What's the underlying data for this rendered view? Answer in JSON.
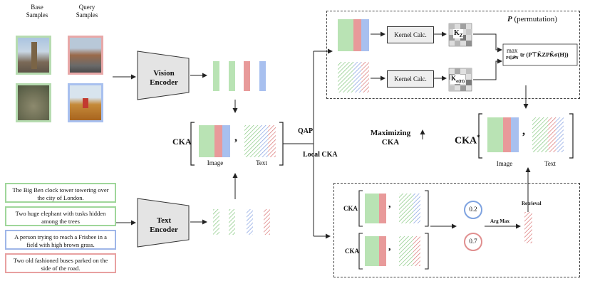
{
  "base_samples_label": "Base\nSamples",
  "query_samples_label": "Query\nSamples",
  "captions": [
    {
      "text": "The Big Ben clock tower towering over the city of London.",
      "border": "#9fd69a"
    },
    {
      "text": "Two huge elephant with tusks hidden among the trees",
      "border": "#9fd69a"
    },
    {
      "text": "A person trying to reach a Frisbee in a field with high brown grass.",
      "border": "#9fb6e8"
    },
    {
      "text": "Two old fashioned buses parked on the side of the road.",
      "border": "#e8a0a0"
    }
  ],
  "vision_encoder": "Vision\nEncoder",
  "text_encoder": "Text\nEncoder",
  "cka_label": "CKA",
  "cka_star_label": "CKA",
  "cka_star_sup": "*",
  "image_label": "Image",
  "text_label": "Text",
  "image_label_2": "Image",
  "text_label_2": "Text",
  "comma": ",",
  "qap_label": "QAP",
  "local_cka_label": "Local CKA",
  "maximizing_label": "Maximizing\nCKA",
  "kernel_calc_1": "Kernel Calc.",
  "kernel_calc_2": "Kernel Calc.",
  "k_z": "K",
  "k_z_sub": "Z",
  "k_h": "K",
  "k_h_sub": "σ(H)",
  "permutation_p": "P",
  "permutation_text": " (permutation)",
  "qap_formula_max": "max",
  "qap_formula_sub": "P∈𝒫N",
  "qap_formula_body": "tr (P⊤K̄ZPK̄σ(H))",
  "local_cka_rows": [
    {
      "label": "CKA",
      "score": "0.2",
      "score_color": "#7fa3e0"
    },
    {
      "label": "CKA",
      "score": "0.7",
      "score_color": "#e08f8f"
    }
  ],
  "arg_max_label": "Arg Max",
  "retrieval_label": "Retrieval",
  "colors": {
    "green": "#b9e3b4",
    "red": "#e89a9a",
    "blue": "#a8c0ef",
    "green_hatch": "#7cc476",
    "red_hatch": "#d76a6a",
    "blue_hatch": "#7a98df"
  }
}
